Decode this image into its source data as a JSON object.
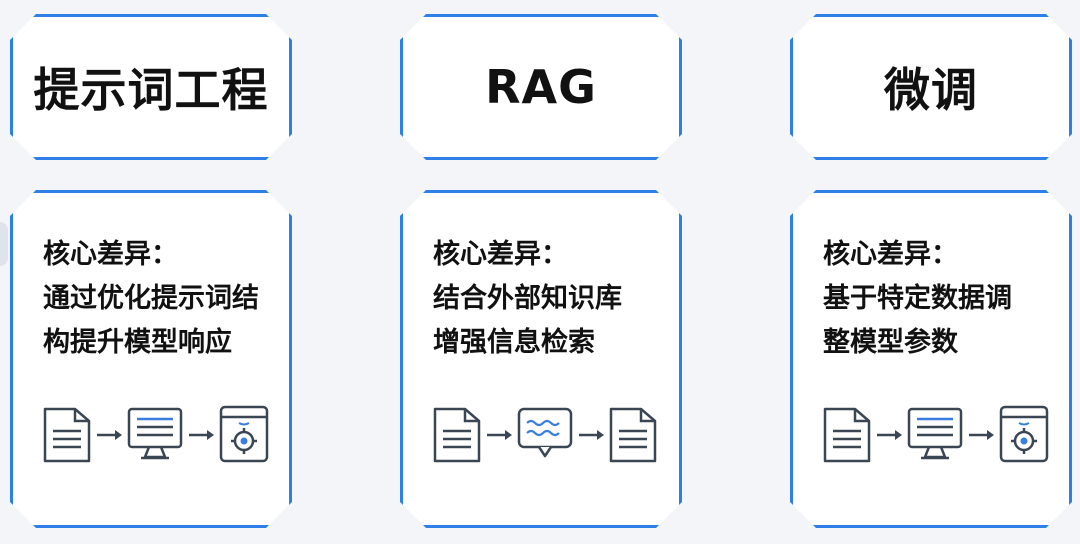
{
  "cards": [
    {
      "title": "提示词工程",
      "desc_heading": "核心差异：",
      "desc_line1": "通过优化提示词结",
      "desc_line2": "构提升模型响应",
      "flow_icons": [
        "document-icon",
        "arrow-right-icon",
        "monitor-icon",
        "arrow-right-icon",
        "gear-panel-icon"
      ]
    },
    {
      "title": "RAG",
      "desc_heading": "核心差异：",
      "desc_line1": "结合外部知识库",
      "desc_line2": "增强信息检索",
      "flow_icons": [
        "document-icon",
        "arrow-right-icon",
        "chat-bubble-icon",
        "arrow-right-icon",
        "document-icon"
      ]
    },
    {
      "title": "微调",
      "desc_heading": "核心差异：",
      "desc_line1": "基于特定数据调",
      "desc_line2": "整模型参数",
      "flow_icons": [
        "document-icon",
        "arrow-right-icon",
        "monitor-icon",
        "arrow-right-icon",
        "gear-panel-icon"
      ]
    }
  ],
  "colors": {
    "frame": "#2f7fe8",
    "icon": "#3a4654",
    "icon_accent": "#3a7de0",
    "text": "#111111"
  }
}
